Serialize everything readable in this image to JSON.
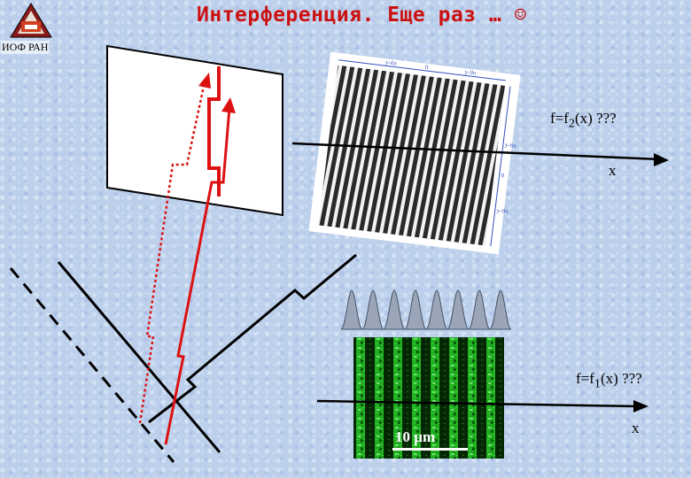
{
  "title": "Интерференция. Еще раз …",
  "title_smiley": "☺",
  "logo_text": "ИОФ РАН",
  "label_f2": "f=f",
  "label_f2_sub": "2",
  "label_f2_tail": "(x) ???",
  "label_f1": "f=f",
  "label_f1_sub": "1",
  "label_f1_tail": "(x) ???",
  "axis_top": "x",
  "axis_bottom": "x",
  "scale_bar": "10 µm",
  "inset_labels": {
    "top_left": "y-6π",
    "top_mid": "0",
    "top_right": "y-9π",
    "right_upper": "y-6π",
    "right_mid": "0",
    "right_lower": "y-9π"
  },
  "colors": {
    "title": "#cc1010",
    "beam": "#dd1111",
    "mirror": "#000000",
    "fringes_green": "#1fb01f",
    "fringes_gray": "#808080"
  }
}
